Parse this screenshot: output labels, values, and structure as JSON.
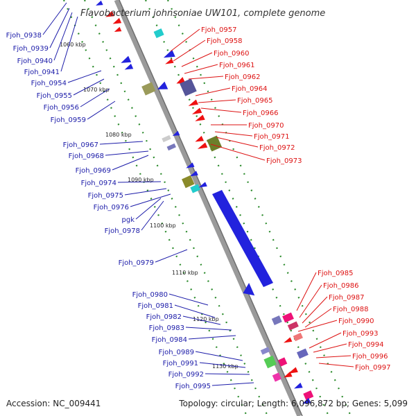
{
  "title": "Flavobacterium johnsoniae UW101, complete genome",
  "footer": {
    "accession": "Accession: NC_009441",
    "summary": "Topology: circular; Length: 6,096,872 bp; Genes: 5,099"
  },
  "colors": {
    "left_label": "#1a1aa8",
    "right_label": "#dd1111",
    "backbone": "#999999",
    "tick": "#2a8a2a"
  },
  "kbp_ticks": [
    "1060 kbp",
    "1070 kbp",
    "1080 kbp",
    "1090 kbp",
    "1100 kbp",
    "1110 kbp",
    "1120 kbp",
    "1130 kbp"
  ],
  "left_labels": [
    "Fjoh_0938",
    "Fjoh_0939",
    "Fjoh_0940",
    "Fjoh_0941",
    "Fjoh_0954",
    "Fjoh_0955",
    "Fjoh_0956",
    "Fjoh_0959",
    "Fjoh_0967",
    "Fjoh_0968",
    "Fjoh_0969",
    "Fjoh_0974",
    "Fjoh_0975",
    "Fjoh_0976",
    "pgk",
    "Fjoh_0978",
    "Fjoh_0979",
    "Fjoh_0980",
    "Fjoh_0981",
    "Fjoh_0982",
    "Fjoh_0983",
    "Fjoh_0984",
    "Fjoh_0989",
    "Fjoh_0991",
    "Fjoh_0992",
    "Fjoh_0995"
  ],
  "right_labels": [
    "Fjoh_0957",
    "Fjoh_0958",
    "Fjoh_0960",
    "Fjoh_0961",
    "Fjoh_0962",
    "Fjoh_0964",
    "Fjoh_0965",
    "Fjoh_0966",
    "Fjoh_0970",
    "Fjoh_0971",
    "Fjoh_0972",
    "Fjoh_0973",
    "Fjoh_0985",
    "Fjoh_0986",
    "Fjoh_0987",
    "Fjoh_0988",
    "Fjoh_0990",
    "Fjoh_0993",
    "Fjoh_0994",
    "Fjoh_0996",
    "Fjoh_0997"
  ]
}
